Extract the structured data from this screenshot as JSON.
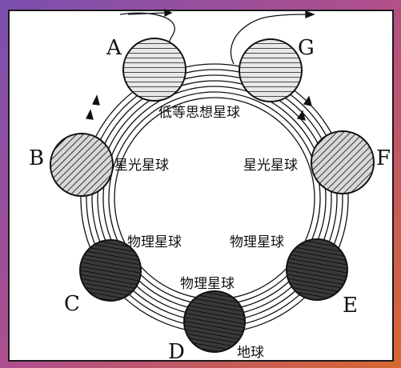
{
  "diagram": {
    "center_label": "低等思想星球",
    "nodes": [
      {
        "letter": "A",
        "caption": "",
        "shade": "hatch-light"
      },
      {
        "letter": "B",
        "caption": "星光星球",
        "shade": "hatch-light"
      },
      {
        "letter": "C",
        "caption": "物理星球",
        "shade": "dark"
      },
      {
        "letter": "D",
        "caption": "物理星球",
        "shade": "dark"
      },
      {
        "letter": "E",
        "caption": "物理星球",
        "shade": "dark"
      },
      {
        "letter": "F",
        "caption": "星光星球",
        "shade": "hatch-light"
      },
      {
        "letter": "G",
        "caption": "",
        "shade": "hatch-light"
      }
    ],
    "earth_label": "地球",
    "colors": {
      "frame_gradient_start": "#7a4fb0",
      "frame_gradient_end": "#d8672f",
      "ink": "#111111",
      "paper": "#ffffff"
    }
  }
}
